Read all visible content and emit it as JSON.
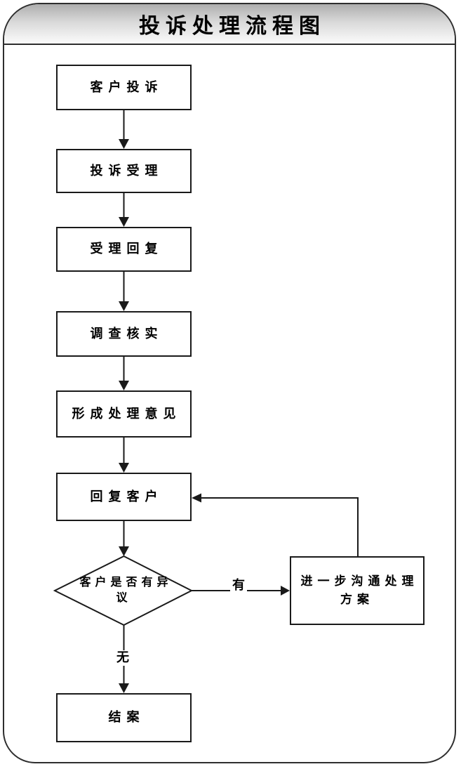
{
  "title": "投诉处理流程图",
  "nodes": {
    "customer_complaint": {
      "label": "客户投诉"
    },
    "complaint_acceptance": {
      "label": "投诉受理"
    },
    "acceptance_reply": {
      "label": "受理回复"
    },
    "investigation_verification": {
      "label": "调查核实"
    },
    "form_handling_opinion": {
      "label": "形成处理意见"
    },
    "reply_customer": {
      "label": "回复客户"
    },
    "decision_objection": {
      "label": "客户是否有异议"
    },
    "further_communication": {
      "label": "进一步沟通处理方案"
    },
    "close_case": {
      "label": "结案"
    }
  },
  "edge_labels": {
    "yes": "有",
    "no": "无"
  },
  "colors": {
    "frame_border": "#2e2e2e",
    "line": "#1a1a1a",
    "node_fill": "#ffffff",
    "header_gradient_top": "#aeaeae",
    "header_gradient_bottom": "#fbfbfb",
    "text": "#000000"
  }
}
